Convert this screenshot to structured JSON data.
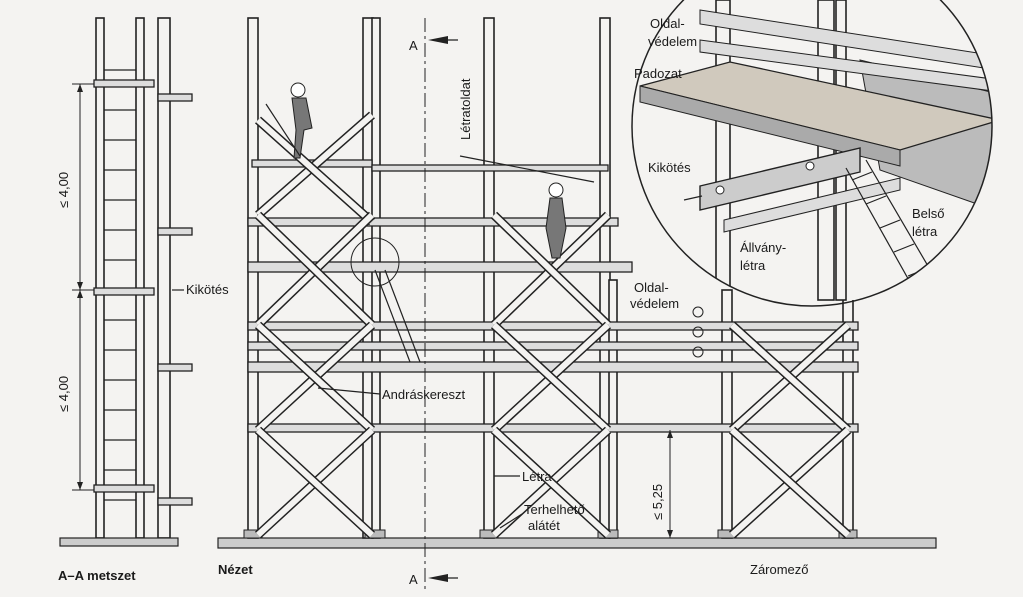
{
  "labels": {
    "section_title": "A–A metszet",
    "view_title": "Nézet",
    "section_marker": "A",
    "kikotes": "Kikötés",
    "dim_upper": "≤ 4,00",
    "dim_lower": "≤ 4,00",
    "dim_end": "≤ 5,25",
    "letratoldat": "Létratoldat",
    "andraskereszt": "Andráskereszt",
    "letra": "Létra",
    "terhelheto_1": "Terhelhető",
    "terhelheto_2": "alátét",
    "oldalvedelem_1": "Oldal-",
    "oldalvedelem_2": "védelem",
    "zaromezo": "Záromező"
  },
  "detail": {
    "oldalvedelem_1": "Oldal-",
    "oldalvedelem_2": "védelem",
    "padozat": "Padozat",
    "kikotes": "Kikötés",
    "belso_1": "Belső",
    "belso_2": "létra",
    "allvany_1": "Állvány-",
    "allvany_2": "létra"
  }
}
